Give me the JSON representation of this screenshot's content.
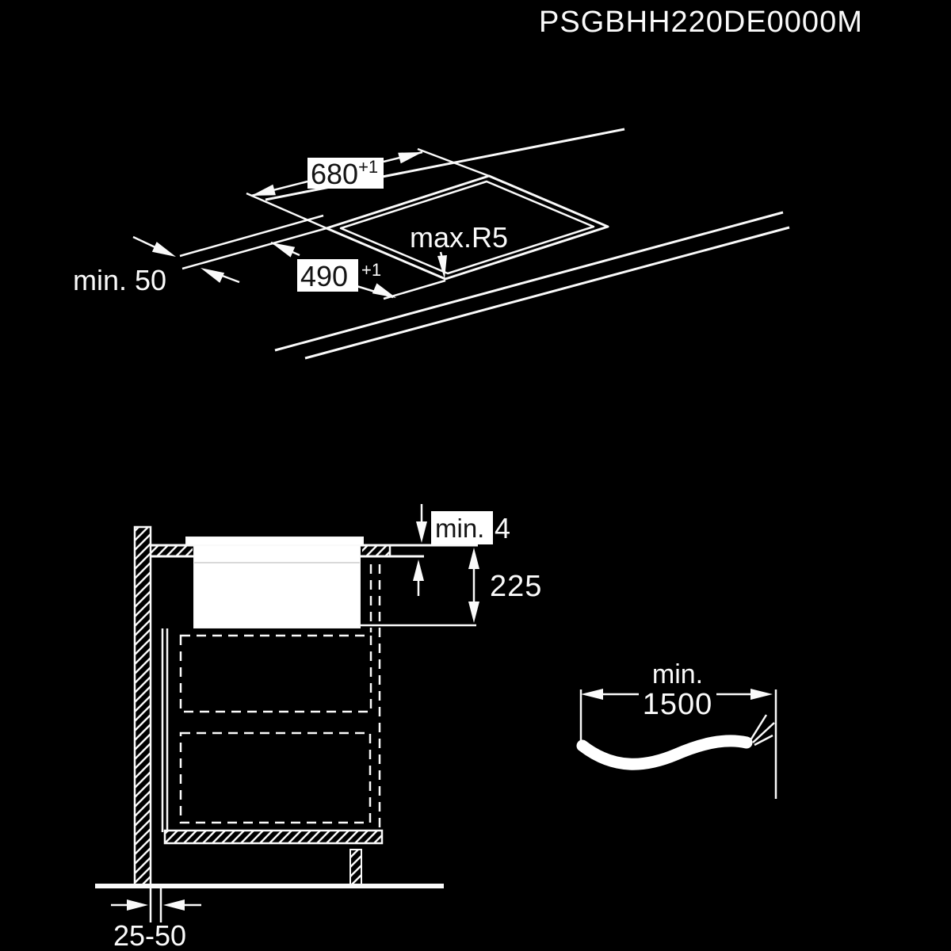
{
  "page": {
    "background": "#000000",
    "line_color": "#fafafa",
    "label_box_fill": "#ffffff",
    "label_box_text_color": "#141414"
  },
  "header": {
    "model_code": "PSGBHH220DE0000M"
  },
  "cutout_view": {
    "width_value": "680",
    "width_tolerance": "+1",
    "depth_value": "490",
    "depth_tolerance": "+1",
    "front_edge_clearance": "min. 50",
    "corner_radius": "max.R5"
  },
  "section_view": {
    "top_gap_label": "min.",
    "top_gap_value": "4",
    "build_in_depth": "225",
    "wall_distance": "25-50"
  },
  "cable_view": {
    "min_label": "min.",
    "length_value": "1500"
  }
}
